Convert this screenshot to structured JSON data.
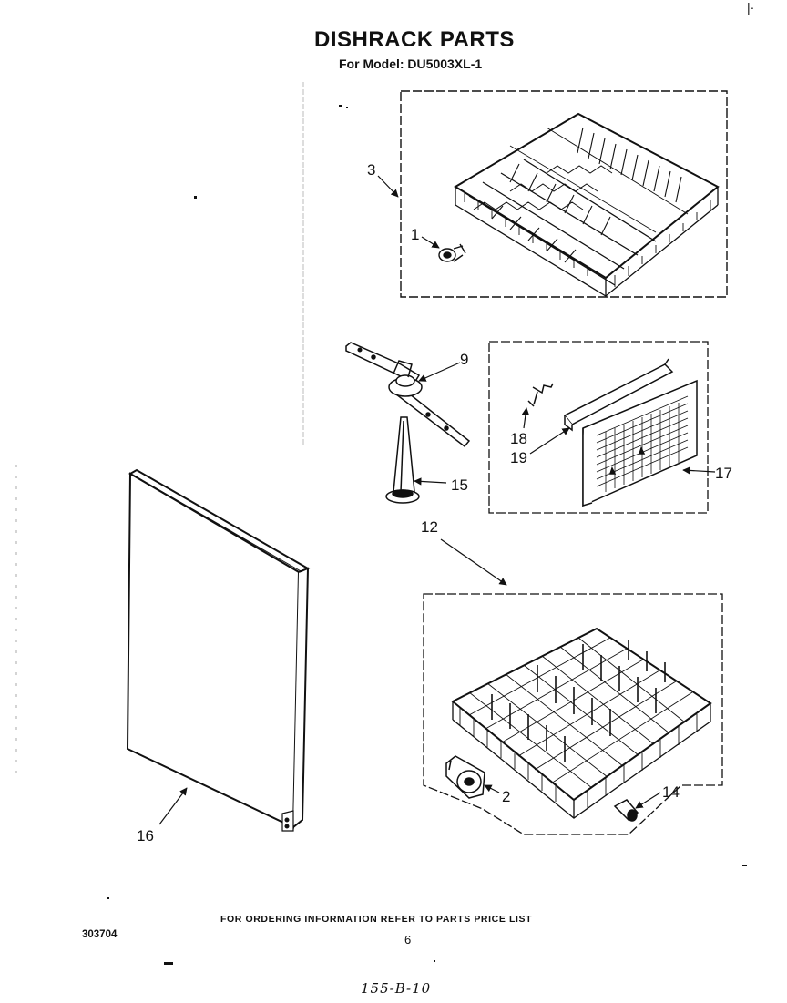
{
  "header": {
    "title": "DISHRACK PARTS",
    "subtitle": "For Model: DU5003XL-1"
  },
  "callouts": [
    {
      "id": "callout-3",
      "label": "3"
    },
    {
      "id": "callout-1",
      "label": "1"
    },
    {
      "id": "callout-9",
      "label": "9"
    },
    {
      "id": "callout-18",
      "label": "18"
    },
    {
      "id": "callout-19",
      "label": "19"
    },
    {
      "id": "callout-17",
      "label": "17"
    },
    {
      "id": "callout-15",
      "label": "15"
    },
    {
      "id": "callout-12",
      "label": "12"
    },
    {
      "id": "callout-2",
      "label": "2"
    },
    {
      "id": "callout-14",
      "label": "14"
    },
    {
      "id": "callout-16",
      "label": "16"
    }
  ],
  "footer": {
    "ordering_note": "FOR ORDERING INFORMATION REFER TO PARTS PRICE LIST",
    "doc_number": "303704",
    "page_number": "6",
    "handwritten_note": "155-B-10"
  }
}
